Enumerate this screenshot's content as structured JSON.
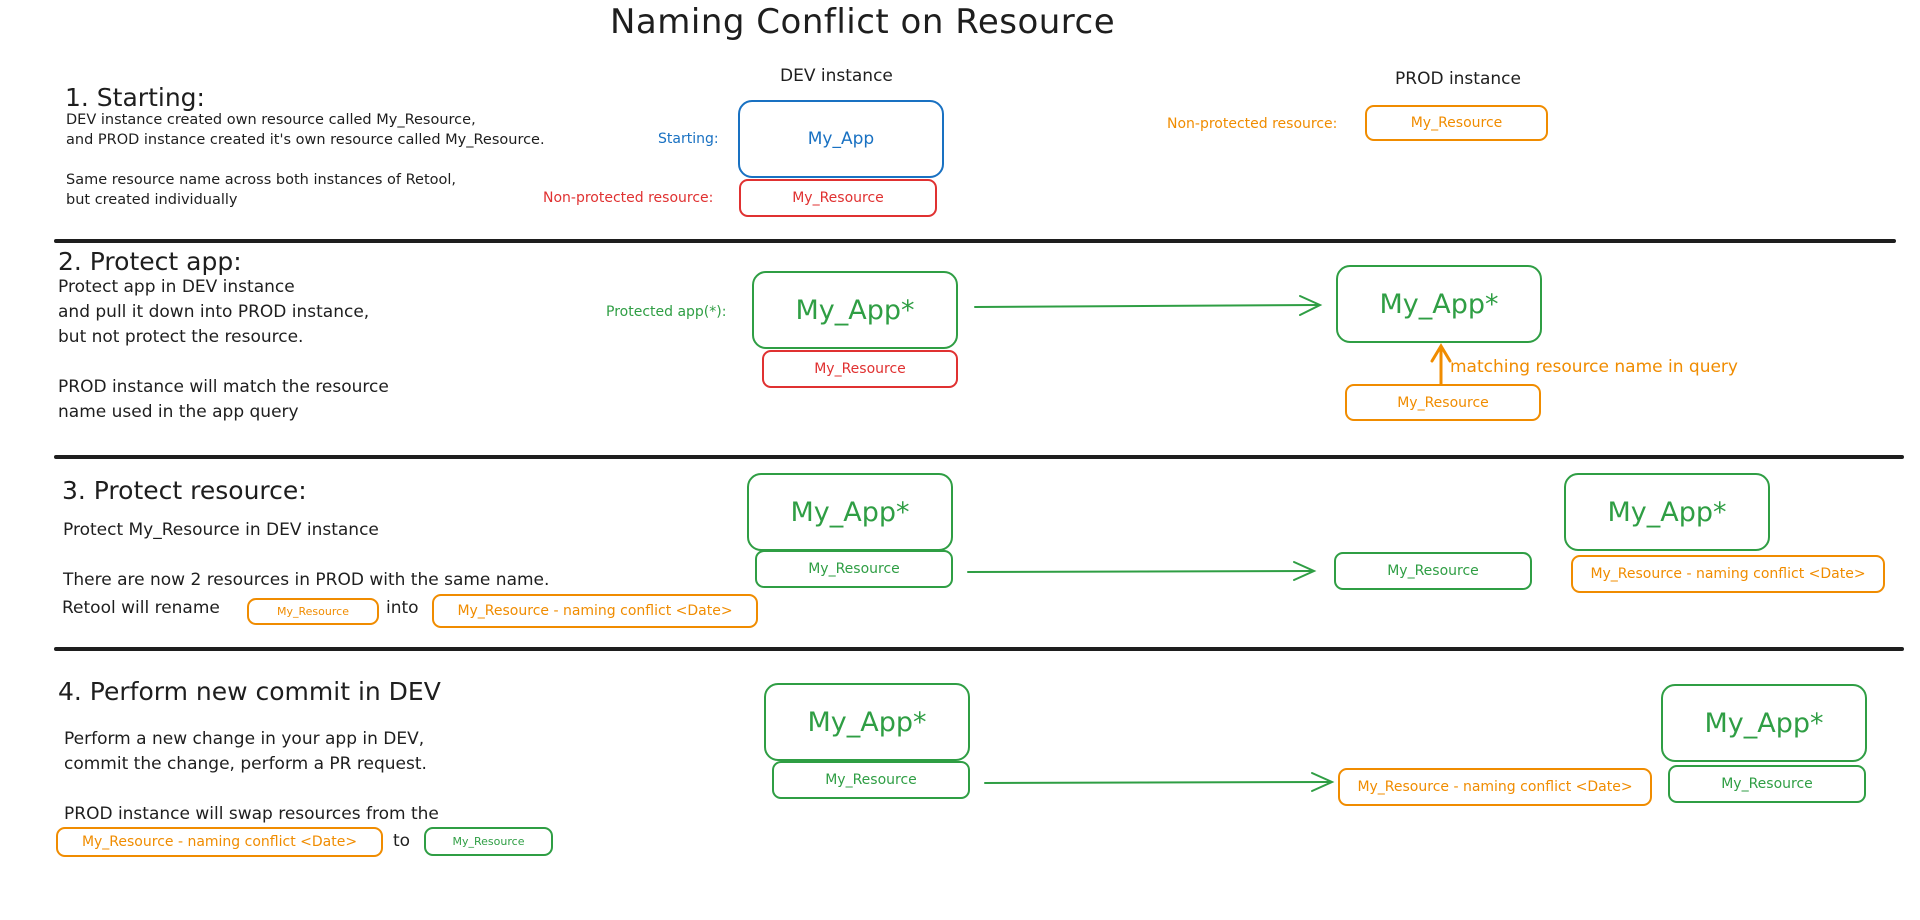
{
  "title": "Naming Conflict on Resource",
  "columns": {
    "dev": "DEV instance",
    "prod": "PROD instance"
  },
  "colors": {
    "blue": "#1971c2",
    "red": "#e03131",
    "orange": "#f08c00",
    "green": "#2f9e44",
    "ink": "#1e1e1e"
  },
  "step1": {
    "title": "1. Starting:",
    "desc": [
      "DEV instance created own resource called My_Resource,",
      "and PROD instance created it's own resource called My_Resource.",
      "",
      "Same resource name across both instances of Retool,",
      "but created individually"
    ],
    "label_starting": "Starting:",
    "label_nonprotected": "Non-protected resource:",
    "label_prod_nonprotected": "Non-protected resource:",
    "dev_app": "My_App",
    "dev_resource": "My_Resource",
    "prod_resource": "My_Resource"
  },
  "step2": {
    "title": "2. Protect app:",
    "desc": [
      "Protect app in DEV instance",
      "and pull it down into PROD instance,",
      "but not protect the resource.",
      "",
      "PROD instance will match the resource",
      "name used in the app query"
    ],
    "label_protected": "Protected app(*):",
    "dev_app": "My_App*",
    "dev_resource": "My_Resource",
    "prod_app": "My_App*",
    "prod_resource": "My_Resource",
    "match_label": "matching resource name in query"
  },
  "step3": {
    "title": "3. Protect resource:",
    "desc": [
      "Protect My_Resource in DEV instance",
      "",
      "There are now 2 resources in PROD with the same name."
    ],
    "rename_prefix": "Retool will rename",
    "rename_from": "My_Resource",
    "rename_into": "into",
    "rename_to": "My_Resource - naming conflict <Date>",
    "dev_app": "My_App*",
    "dev_resource": "My_Resource",
    "prod_new_resource": "My_Resource",
    "prod_app": "My_App*",
    "prod_conflict": "My_Resource - naming conflict <Date>"
  },
  "step4": {
    "title": "4. Perform new commit in DEV",
    "desc": [
      "Perform a new change in your app in DEV,",
      "commit the change, perform a PR request.",
      "",
      "PROD instance will swap resources from the"
    ],
    "swap_from": "My_Resource - naming conflict <Date>",
    "swap_to_word": "to",
    "swap_to": "My_Resource",
    "dev_app": "My_App*",
    "dev_resource": "My_Resource",
    "prod_conflict": "My_Resource - naming conflict <Date>",
    "prod_app": "My_App*",
    "prod_resource": "My_Resource"
  }
}
